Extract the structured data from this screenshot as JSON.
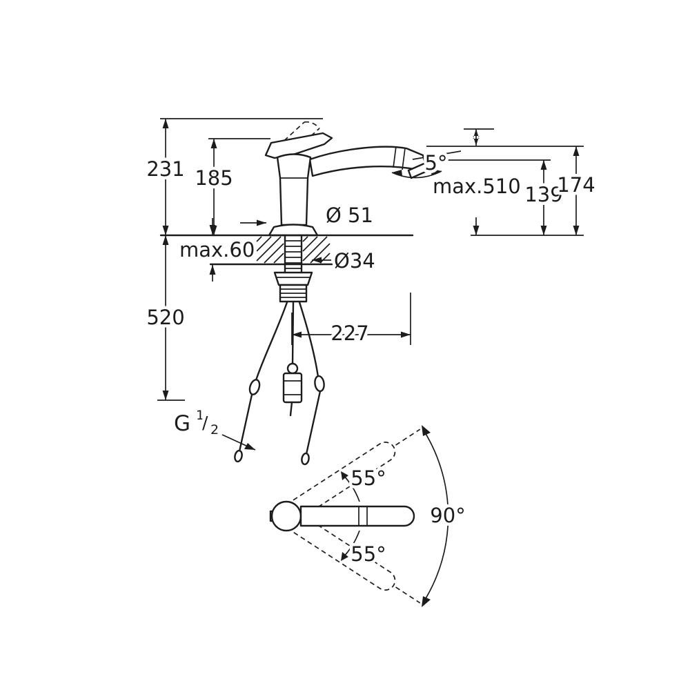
{
  "drawing": {
    "kind": "technical-dimension-drawing",
    "subject": "single-lever kitchen faucet with pull-out spout, side view and swivel top view",
    "line_color": "#1c1c1c",
    "background_color": "#ffffff"
  },
  "side_view": {
    "height_total": "231",
    "height_to_lever": "185",
    "spout_tilt_angle": "5°",
    "pullout_hose_length": "max.510",
    "outlet_height": "139",
    "spout_top_height": "174",
    "base_diameter": "Ø 51",
    "deck_thickness": "max.60",
    "hole_diameter": "Ø34",
    "hose_drop_length": "520",
    "spout_reach": "227",
    "thread": {
      "letter": "G",
      "numerator": "1",
      "slash": "/",
      "denominator": "2"
    }
  },
  "top_view": {
    "swivel_upper": "55°",
    "swivel_lower": "55°",
    "swivel_total": "90°"
  }
}
